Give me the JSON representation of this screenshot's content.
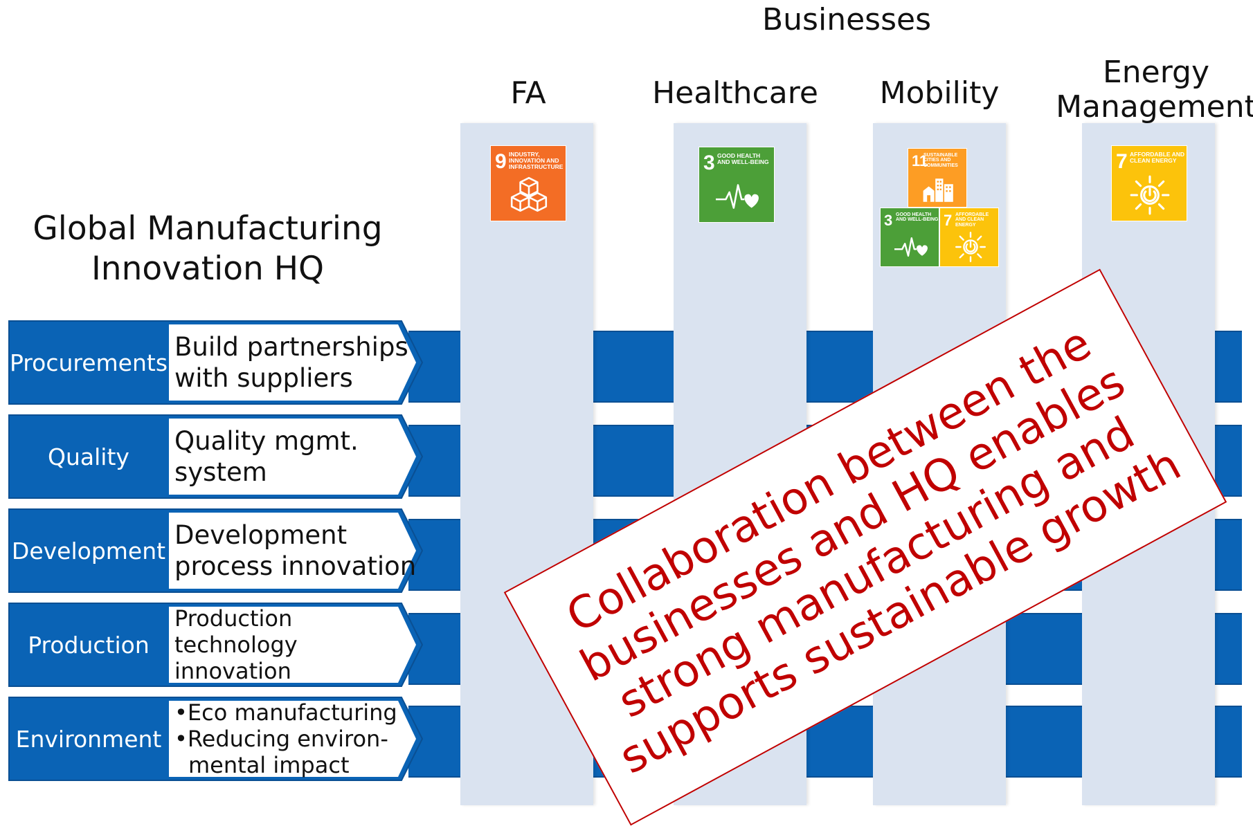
{
  "headers": {
    "businesses": "Businesses",
    "columns": [
      "FA",
      "Healthcare",
      "Mobility",
      "Energy\nManagement"
    ]
  },
  "hq_title": "Global Manufacturing\nInnovation HQ",
  "rows": [
    {
      "label": "Procurements",
      "desc": [
        "Build partnerships",
        "with suppliers"
      ]
    },
    {
      "label": "Quality",
      "desc": [
        "Quality mgmt.",
        "system"
      ]
    },
    {
      "label": "Development",
      "desc": [
        "Development",
        "process innovation"
      ]
    },
    {
      "label": "Production",
      "desc": [
        "Production",
        "technology",
        "innovation"
      ]
    },
    {
      "label": "Environment",
      "desc": [
        "•Eco manufacturing",
        "•Reducing environ-",
        "mental impact"
      ]
    }
  ],
  "sdg_icons": {
    "fa": [
      {
        "number": "9",
        "caption": "Industry, innovation and infrastructure",
        "icon": "cubes-icon",
        "color": "#f36d25"
      }
    ],
    "healthcare": [
      {
        "number": "3",
        "caption": "Good health and well-being",
        "icon": "heartbeat-icon",
        "color": "#4c9f38"
      }
    ],
    "mobility": [
      {
        "number": "11",
        "caption": "Sustainable cities and communities",
        "icon": "city-icon",
        "color": "#fd9d24"
      },
      {
        "number": "3",
        "caption": "Good health and well-being",
        "icon": "heartbeat-icon",
        "color": "#4c9f38"
      },
      {
        "number": "7",
        "caption": "Affordable and clean energy",
        "icon": "sun-power-icon",
        "color": "#fcc30b"
      }
    ],
    "energy": [
      {
        "number": "7",
        "caption": "Affordable and clean energy",
        "icon": "sun-power-icon",
        "color": "#fcc30b"
      }
    ]
  },
  "stamp": {
    "text": "Collaboration between the\nbusinesses and HQ enables\nstrong manufacturing and\nsupports sustainable growth",
    "color": "#c00000"
  },
  "colors": {
    "band_blue": "#0a63b5",
    "column_fill": "#dae3f0"
  }
}
